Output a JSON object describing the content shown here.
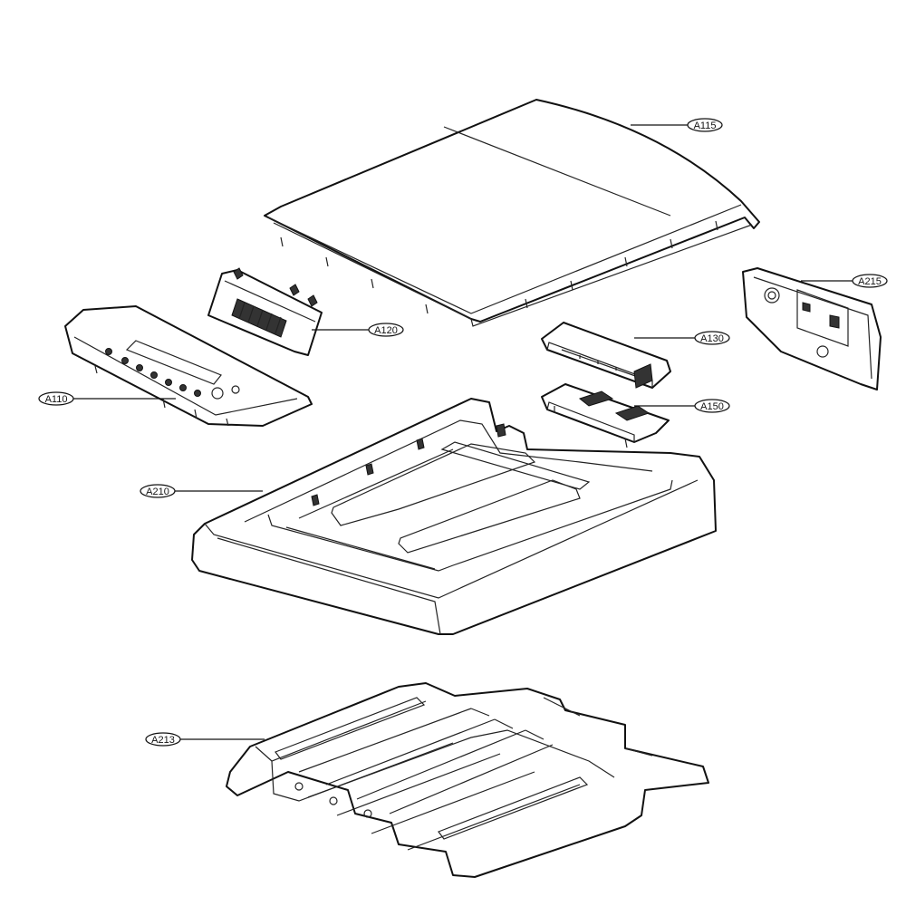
{
  "labels": {
    "a115": "A115",
    "a215": "A215",
    "a120": "A120",
    "a130": "A130",
    "a110": "A110",
    "a150": "A150",
    "a210": "A210",
    "a213": "A213"
  }
}
